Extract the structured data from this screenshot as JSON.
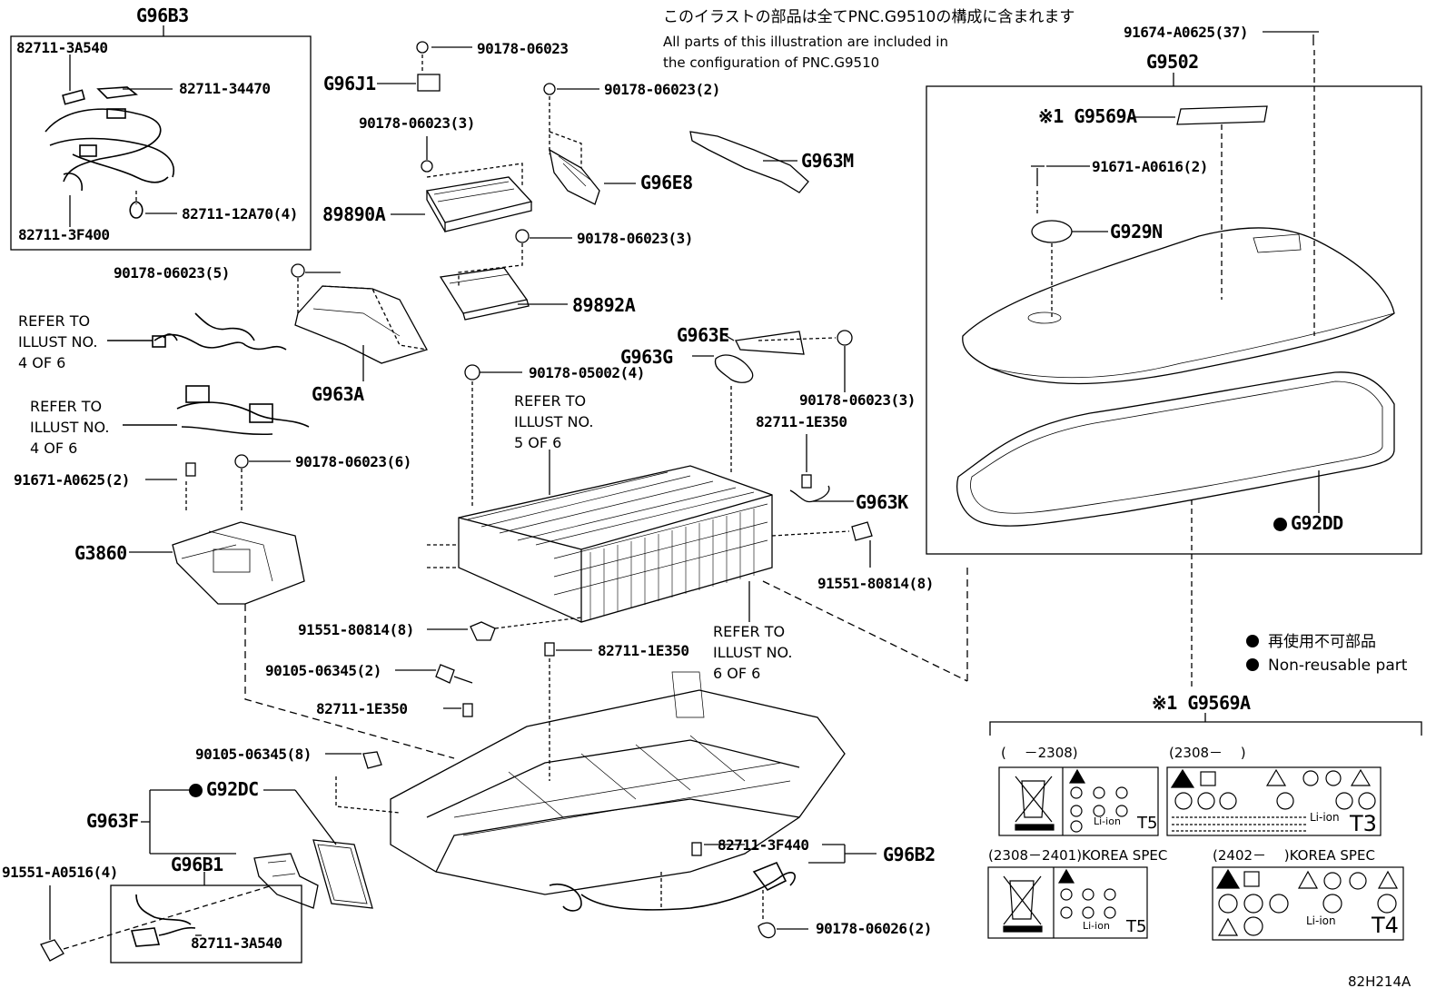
{
  "notice": {
    "jp": "このイラストの部品は全てPNC.G9510の構成に含まれます",
    "en_line1": "All parts of this illustration are included in",
    "en_line2": "the configuration of PNC.G9510"
  },
  "callouts": {
    "g96b3": "G96B3",
    "p_82711_3a540_top": "82711-3A540",
    "p_82711_34470": "82711-34470",
    "p_82711_12a70": "82711-12A70(4)",
    "p_82711_3f400": "82711-3F400",
    "p_90178_06023_a": "90178-06023",
    "g96j1": "G96J1",
    "p_90178_06023_2": "90178-06023(2)",
    "p_90178_06023_3a": "90178-06023(3)",
    "g963m": "G963M",
    "g96e8": "G96E8",
    "p_89890a": "89890A",
    "p_90178_06023_3b": "90178-06023(3)",
    "p_89892a": "89892A",
    "p_90178_06023_5": "90178-06023(5)",
    "g963a": "G963A",
    "g963e": "G963E",
    "g963g": "G963G",
    "p_90178_05002_4": "90178-05002(4)",
    "p_90178_06023_3c": "90178-06023(3)",
    "p_82711_1e350_a": "82711-1E350",
    "g963k": "G963K",
    "p_91671_a0625_2": "91671-A0625(2)",
    "p_90178_06023_6": "90178-06023(6)",
    "g3860": "G3860",
    "p_91551_80814_right": "91551-80814(8)",
    "p_91551_80814_left": "91551-80814(8)",
    "p_82711_1e350_b": "82711-1E350",
    "p_90105_06345_2": "90105-06345(2)",
    "p_82711_1e350_c": "82711-1E350",
    "p_90105_06345_8": "90105-06345(8)",
    "g92dc": "G92DC",
    "g963f": "G963F",
    "g96b1": "G96B1",
    "p_91551_a0516_4": "91551-A0516(4)",
    "p_82711_3a540_bottom": "82711-3A540",
    "p_82711_3f440": "82711-3F440",
    "g96b2": "G96B2",
    "p_90178_06026_2": "90178-06026(2)",
    "p_91674_a0625_37": "91674-A0625(37)",
    "g9502": "G9502",
    "g9569a_box": "※1 G9569A",
    "p_91671_a0616_2": "91671-A0616(2)",
    "g929n": "G929N",
    "g92dd": "G92DD"
  },
  "refer_notes": {
    "r1": [
      "REFER TO",
      "ILLUST NO.",
      "4 OF 6"
    ],
    "r2": [
      "REFER TO",
      "ILLUST NO.",
      "4 OF 6"
    ],
    "r3": [
      "REFER TO",
      "ILLUST NO.",
      "5 OF 6"
    ],
    "r4": [
      "REFER TO",
      "ILLUST NO.",
      "6 OF 6"
    ]
  },
  "legend": {
    "jp": "再使用不可部品",
    "en": "Non-reusable part"
  },
  "labels_section": {
    "title": "※1 G9569A",
    "l1_header": "(　 －2308)",
    "l2_header": "(2308－　 )",
    "l3_header": "(2308－2401)KOREA SPEC",
    "l4_header": "(2402－　 )KOREA SPEC",
    "l1_code": "T5",
    "l2_code": "T3",
    "l3_code": "T5",
    "l4_code": "T4",
    "li_ion": "Li-ion"
  },
  "illustration_id": "82H214A"
}
